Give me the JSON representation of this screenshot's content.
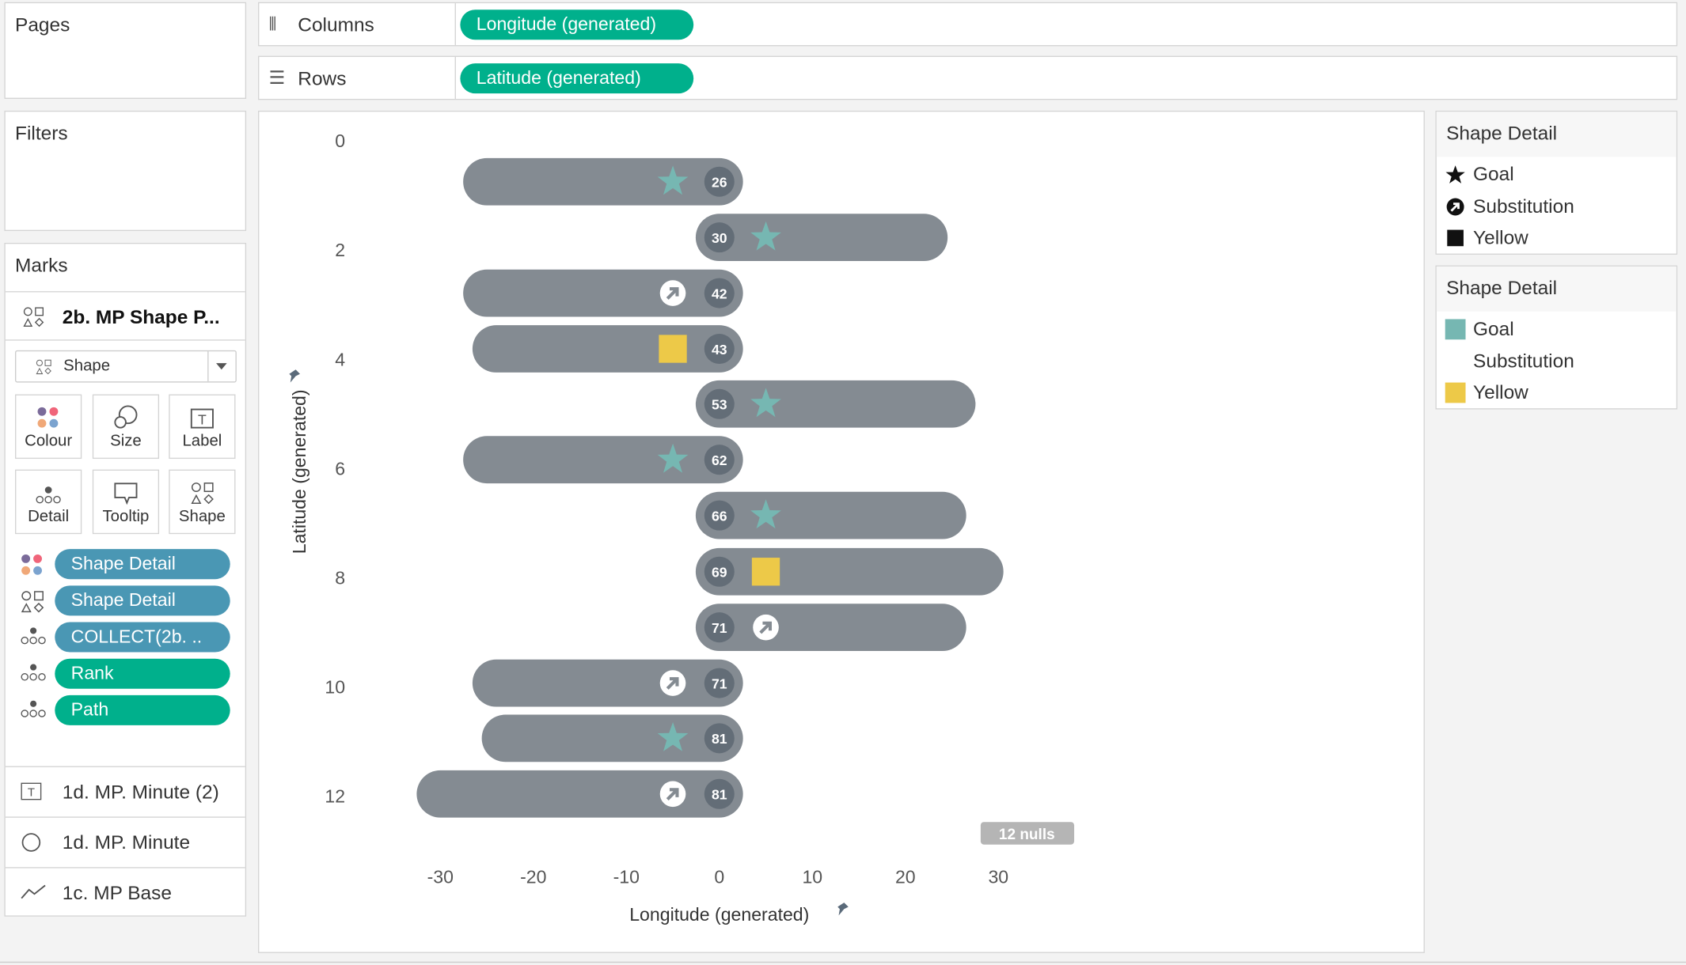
{
  "pages": {
    "title": "Pages"
  },
  "filters": {
    "title": "Filters"
  },
  "shelves": {
    "columns_label": "Columns",
    "columns_pill": "Longitude (generated)",
    "rows_label": "Rows",
    "rows_pill": "Latitude (generated)"
  },
  "marks": {
    "title": "Marks",
    "layer_name": "2b. MP Shape P...",
    "mark_type": "Shape",
    "cards": [
      "Colour",
      "Size",
      "Label",
      "Detail",
      "Tooltip",
      "Shape"
    ],
    "fields": [
      {
        "label": "Shape Detail",
        "kind": "colour",
        "color": "#4a97b4"
      },
      {
        "label": "Shape Detail",
        "kind": "shape",
        "color": "#4a97b4"
      },
      {
        "label": "COLLECT(2b. ..",
        "kind": "detail",
        "color": "#4a97b4"
      },
      {
        "label": "Rank",
        "kind": "detail",
        "color": "#00b08c"
      },
      {
        "label": "Path",
        "kind": "detail",
        "color": "#00b08c"
      }
    ],
    "layers": [
      {
        "label": "1d. MP. Minute (2)",
        "icon": "text-icon"
      },
      {
        "label": "1d. MP. Minute",
        "icon": "circle-icon"
      },
      {
        "label": "1c. MP Base",
        "icon": "line-icon"
      }
    ]
  },
  "legends": [
    {
      "title": "Shape Detail",
      "items": [
        {
          "label": "Goal",
          "icon": "star"
        },
        {
          "label": "Substitution",
          "icon": "sub-arrow"
        },
        {
          "label": "Yellow",
          "icon": "square"
        }
      ]
    },
    {
      "title": "Shape Detail",
      "items": [
        {
          "label": "Goal",
          "color": "#76b7b2"
        },
        {
          "label": "Substitution",
          "color": "#ffffff"
        },
        {
          "label": "Yellow",
          "color": "#edc948"
        }
      ]
    }
  ],
  "chart_data": {
    "type": "scatter",
    "xlabel": "Longitude (generated)",
    "ylabel": "Latitude (generated)",
    "xlim": [
      -34,
      36
    ],
    "ylim": [
      0,
      12.6
    ],
    "xticks": [
      -30,
      -20,
      -10,
      0,
      10,
      20,
      30
    ],
    "yticks": [
      0,
      2,
      4,
      6,
      8,
      10,
      12
    ],
    "nulls_label": "12 nulls",
    "colors": {
      "bar": "#848b92",
      "badge": "#636d77",
      "goal": "#76b7b2",
      "yellow": "#edc948",
      "sub": "#ffffff"
    },
    "events": [
      {
        "minute": "26",
        "lat": 0.75,
        "end_lon": -25,
        "shape": "goal"
      },
      {
        "minute": "30",
        "lat": 1.77,
        "end_lon": 22,
        "shape": "goal"
      },
      {
        "minute": "42",
        "lat": 2.79,
        "end_lon": -25,
        "shape": "sub"
      },
      {
        "minute": "43",
        "lat": 3.81,
        "end_lon": -24,
        "shape": "yellow"
      },
      {
        "minute": "53",
        "lat": 4.82,
        "end_lon": 25,
        "shape": "goal"
      },
      {
        "minute": "62",
        "lat": 5.84,
        "end_lon": -25,
        "shape": "goal"
      },
      {
        "minute": "66",
        "lat": 6.86,
        "end_lon": 24,
        "shape": "goal"
      },
      {
        "minute": "69",
        "lat": 7.89,
        "end_lon": 28,
        "shape": "yellow"
      },
      {
        "minute": "71",
        "lat": 8.91,
        "end_lon": 24,
        "shape": "sub"
      },
      {
        "minute": "71",
        "lat": 9.93,
        "end_lon": -24,
        "shape": "sub"
      },
      {
        "minute": "81",
        "lat": 10.94,
        "end_lon": -23,
        "shape": "goal"
      },
      {
        "minute": "81",
        "lat": 11.96,
        "end_lon": -30,
        "shape": "sub"
      }
    ]
  }
}
